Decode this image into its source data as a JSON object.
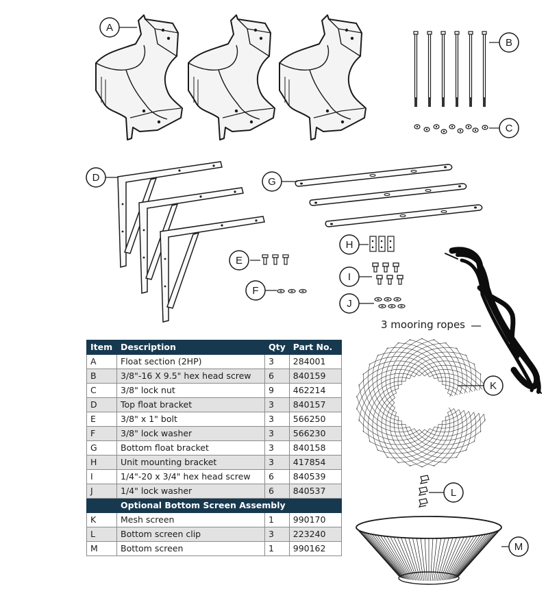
{
  "callouts": [
    "A",
    "B",
    "C",
    "D",
    "E",
    "F",
    "G",
    "H",
    "I",
    "J",
    "K",
    "L",
    "M"
  ],
  "rope_label": "3 mooring ropes",
  "table": {
    "headers": [
      "Item",
      "Description",
      "Qty",
      "Part No."
    ],
    "rows": [
      {
        "item": "A",
        "description": "Float section (2HP)",
        "qty": "3",
        "part": "284001"
      },
      {
        "item": "B",
        "description": "3/8\"-16 X 9.5\" hex head screw",
        "qty": "6",
        "part": "840159"
      },
      {
        "item": "C",
        "description": "3/8\" lock nut",
        "qty": "9",
        "part": "462214"
      },
      {
        "item": "D",
        "description": "Top float bracket",
        "qty": "3",
        "part": "840157"
      },
      {
        "item": "E",
        "description": "3/8\" x 1\" bolt",
        "qty": "3",
        "part": "566250"
      },
      {
        "item": "F",
        "description": "3/8\" lock washer",
        "qty": "3",
        "part": "566230"
      },
      {
        "item": "G",
        "description": "Bottom float bracket",
        "qty": "3",
        "part": "840158"
      },
      {
        "item": "H",
        "description": "Unit mounting bracket",
        "qty": "3",
        "part": "417854"
      },
      {
        "item": "I",
        "description": "1/4\"-20 x 3/4\" hex head screw",
        "qty": "6",
        "part": "840539"
      },
      {
        "item": "J",
        "description": "1/4\" lock washer",
        "qty": "6",
        "part": "840537"
      }
    ],
    "section_title": "Optional Bottom Screen Assembly",
    "section_rows": [
      {
        "item": "K",
        "description": "Mesh screen",
        "qty": "1",
        "part": "990170"
      },
      {
        "item": "L",
        "description": "Bottom screen clip",
        "qty": "3",
        "part": "223240"
      },
      {
        "item": "M",
        "description": "Bottom screen",
        "qty": "1",
        "part": "990162"
      }
    ]
  },
  "colors": {
    "header_bg": "#17394f",
    "header_text": "#ffffff",
    "alt_row": "#e2e2e2",
    "line": "#1a1a1a"
  }
}
